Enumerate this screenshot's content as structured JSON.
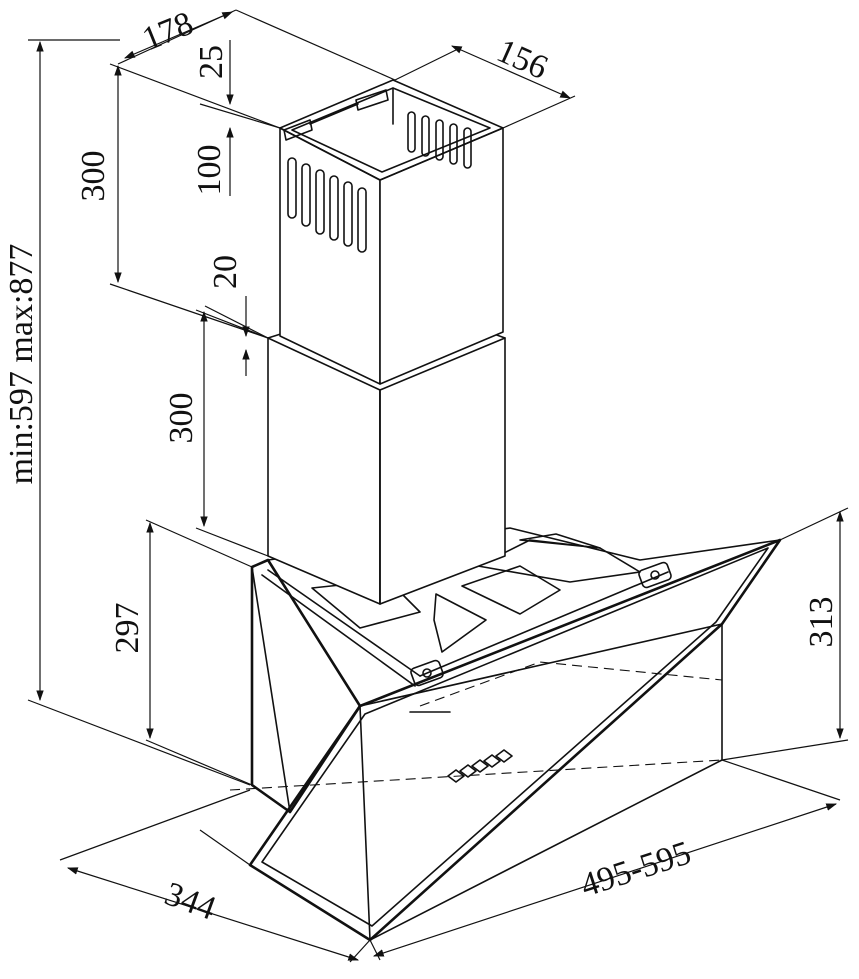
{
  "dimensions": {
    "top_depth": "178",
    "top_width": "156",
    "top_gap": "25",
    "upper_overlap": "100",
    "joint_gap": "20",
    "upper_chimney": "300",
    "lower_chimney": "300",
    "total_height": "min:597 max:877",
    "canopy_side_height": "297",
    "canopy_front_height": "313",
    "canopy_depth": "344",
    "canopy_width": "495-595"
  },
  "colors": {
    "line": "#111111",
    "background": "#ffffff"
  },
  "icons": {
    "control_buttons": "control-button-icon"
  }
}
